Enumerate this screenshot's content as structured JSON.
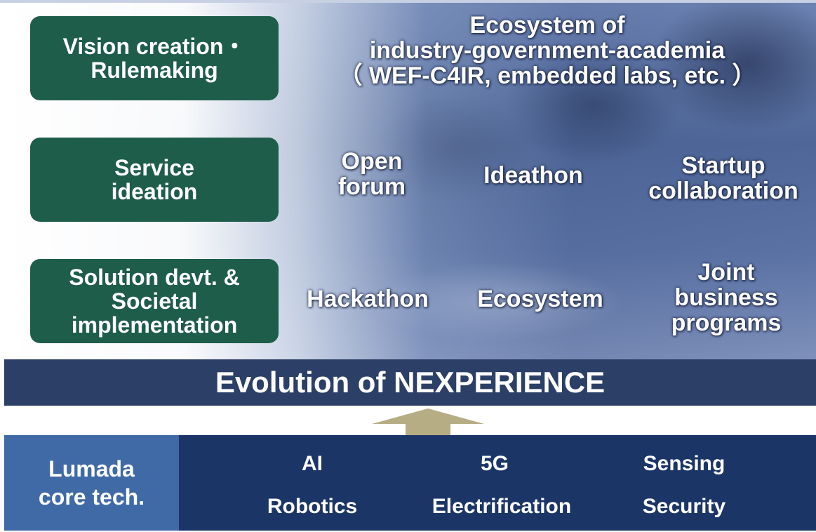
{
  "levels": [
    {
      "lines": [
        "Vision creation・",
        "Rulemaking"
      ]
    },
    {
      "lines": [
        "Service",
        "ideation"
      ]
    },
    {
      "lines": [
        "Solution devt. &",
        "Societal",
        "implementation"
      ]
    }
  ],
  "activities": {
    "ecosystem_title": [
      "Ecosystem of",
      "industry-government-academia",
      "（ WEF-C4IR, embedded labs, etc. ）"
    ],
    "open_forum": [
      "Open",
      "forum"
    ],
    "ideathon": "Ideathon",
    "startup": [
      "Startup",
      "collaboration"
    ],
    "hackathon": "Hackathon",
    "ecosystem": "Ecosystem",
    "joint": [
      "Joint",
      "business",
      "programs"
    ]
  },
  "banner": "Evolution of NEXPERIENCE",
  "core": {
    "label": [
      "Lumada",
      "core tech."
    ],
    "techs": [
      [
        "AI",
        "Robotics"
      ],
      [
        "5G",
        "Electrification"
      ],
      [
        "Sensing",
        "Security"
      ]
    ]
  },
  "colors": {
    "level_box": "#1f5d4b",
    "banner": "#2c3f66",
    "core_label": "#3f6aa6",
    "core_area": "#1b3567",
    "arrow": "#b6ad85"
  }
}
